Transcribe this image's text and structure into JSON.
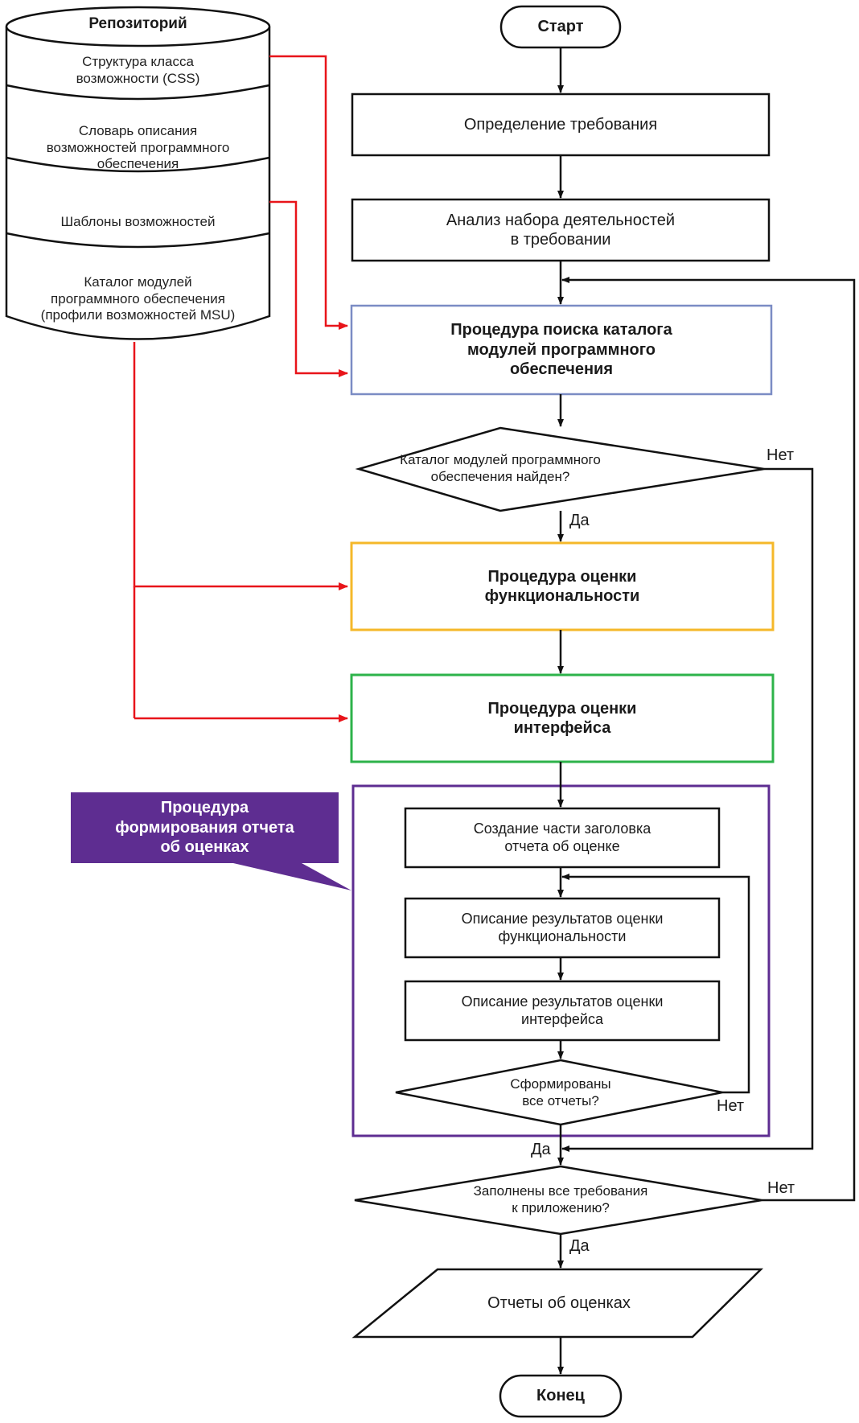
{
  "repository": {
    "title": "Репозиторий",
    "sections": [
      "Структура класса\nвозможности (CSS)",
      "Словарь описания\nвозможностей программного\nобеспечения",
      "Шаблоны возможностей",
      "Каталог модулей\nпрограммного обеспечения\n(профили возможностей MSU)"
    ]
  },
  "flow": {
    "start": "Старт",
    "define_requirement": "Определение требования",
    "analyze_activities": "Анализ набора деятельностей\nв требовании",
    "search_procedure": "Процедура поиска каталога\nмодулей программного\nобеспечения",
    "catalog_found_question": "Каталог модулей программного\nобеспечения найден?",
    "functionality_procedure": "Процедура оценки\nфункциональности",
    "interface_procedure": "Процедура оценки\nинтерфейса",
    "report_callout": "Процедура\nформирования отчета\nоб оценках",
    "create_header": "Создание части заголовка\nотчета об оценке",
    "describe_functionality": "Описание результатов оценки\nфункциональности",
    "describe_interface": "Описание результатов оценки\nинтерфейса",
    "all_reports_question": "Сформированы\nвсе отчеты?",
    "all_requirements_question": "Заполнены все требования\nк приложению?",
    "reports_output": "Отчеты об оценках",
    "end": "Конец"
  },
  "branch_labels": {
    "yes": "Да",
    "no": "Нет"
  },
  "colors": {
    "stroke": "#111111",
    "data_link": "#e8141a",
    "search_box": "#7b8cc4",
    "functionality_box": "#f5b82a",
    "interface_box": "#2db34a",
    "report_group": "#5e2d91"
  }
}
